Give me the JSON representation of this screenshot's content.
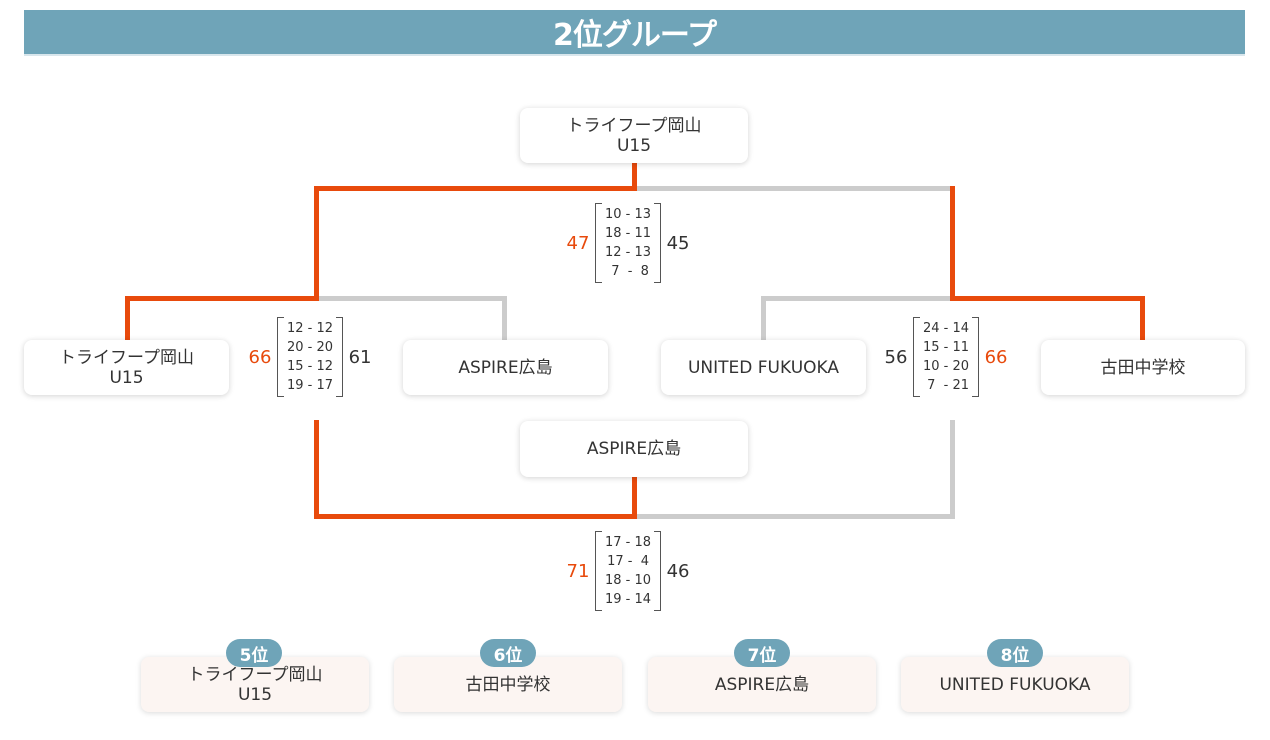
{
  "header": {
    "title": "2位グループ"
  },
  "colors": {
    "header_bg": "#6fa4b8",
    "winner_line": "#e84a0c",
    "loser_line": "#cccccc",
    "winner_score": "#e84a0c"
  },
  "bracket": {
    "final_winner": {
      "line1": "トライフープ岡山",
      "line2": "U15"
    },
    "consolation_winner": {
      "line1": "ASPIRE広島"
    },
    "semifinals": [
      {
        "team_a": {
          "line1": "トライフープ岡山",
          "line2": "U15"
        },
        "team_b": {
          "line1": "ASPIRE広島"
        },
        "score_a": "66",
        "score_b": "61",
        "sets": [
          "12 - 12",
          "20 - 20",
          "15 - 12",
          "19 - 17"
        ],
        "winner": "a"
      },
      {
        "team_a": {
          "line1": "UNITED FUKUOKA"
        },
        "team_b": {
          "line1": "古田中学校"
        },
        "score_a": "56",
        "score_b": "66",
        "sets": [
          "24 - 14",
          "15 - 11",
          "10 - 20",
          " 7  - 21"
        ],
        "winner": "b"
      }
    ],
    "final": {
      "score_a": "47",
      "score_b": "45",
      "sets": [
        "10 - 13",
        "18 - 11",
        "12 - 13",
        " 7  -  8"
      ],
      "winner": "a"
    },
    "consolation": {
      "score_a": "71",
      "score_b": "46",
      "sets": [
        "17 - 18",
        "17 -  4",
        "18 - 10",
        "19 - 14"
      ],
      "winner": "a"
    }
  },
  "rankings": [
    {
      "badge": "5位",
      "line1": "トライフープ岡山",
      "line2": "U15"
    },
    {
      "badge": "6位",
      "line1": "古田中学校",
      "line2": ""
    },
    {
      "badge": "7位",
      "line1": "ASPIRE広島",
      "line2": ""
    },
    {
      "badge": "8位",
      "line1": "UNITED FUKUOKA",
      "line2": ""
    }
  ]
}
